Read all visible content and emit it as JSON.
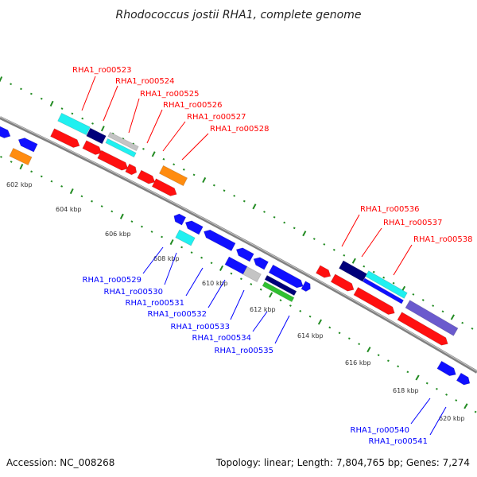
{
  "title": "Rhodococcus jostii RHA1, complete genome",
  "footer": {
    "accession": "Accession: NC_008268",
    "summary": "Topology: linear; Length: 7,804,765 bp; Genes: 7,274"
  },
  "ticks": [
    "602 kbp",
    "604 kbp",
    "606 kbp",
    "608 kbp",
    "610 kbp",
    "612 kbp",
    "614 kbp",
    "616 kbp",
    "618 kbp",
    "620 kbp"
  ],
  "labels_forward": [
    "RHA1_ro00523",
    "RHA1_ro00524",
    "RHA1_ro00525",
    "RHA1_ro00526",
    "RHA1_ro00527",
    "RHA1_ro00528",
    "RHA1_ro00536",
    "RHA1_ro00537",
    "RHA1_ro00538"
  ],
  "labels_reverse": [
    "RHA1_ro00529",
    "RHA1_ro00530",
    "RHA1_ro00531",
    "RHA1_ro00532",
    "RHA1_ro00533",
    "RHA1_ro00534",
    "RHA1_ro00535",
    "RHA1_ro00540",
    "RHA1_ro00541"
  ],
  "colors": {
    "red": "#ff1010",
    "cyan": "#20f0f0",
    "navy": "#00007a",
    "gray": "#c4c4c4",
    "orange": "#ff8c10",
    "blue": "#1010ff",
    "green": "#30c030",
    "purple": "#6a5acd",
    "forward_label": "#ff0000",
    "reverse_label": "#0000ff",
    "tick": "#228b22",
    "axis": "#808080"
  }
}
